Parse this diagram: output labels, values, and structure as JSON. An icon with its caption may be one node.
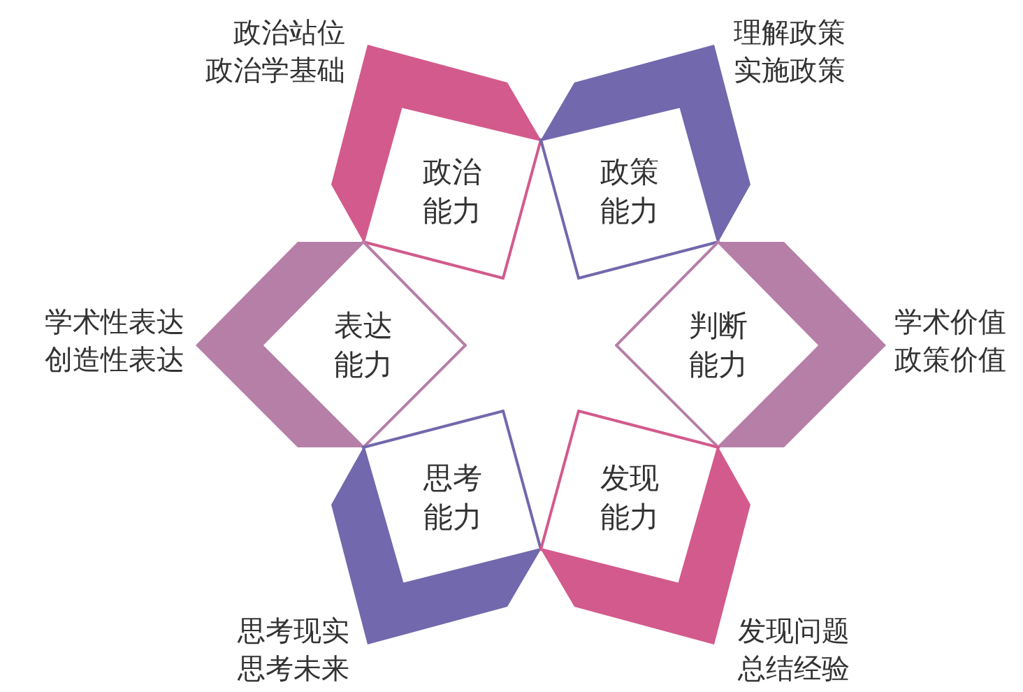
{
  "diagram": {
    "nodes": [
      {
        "text": [
          "政治能力"
        ],
        "beside": [
          "政治站位",
          "政治学基础"
        ]
      },
      {
        "text": [
          "政策能力"
        ],
        "beside": [
          "理解政策",
          "实施政策"
        ]
      },
      {
        "text": [
          "表达能力"
        ],
        "beside": [
          "学术性表达",
          "创造性表达"
        ]
      },
      {
        "text": [
          "判断能力"
        ],
        "beside": [
          "学术价值",
          "政策价值"
        ]
      },
      {
        "text": [
          "思考能力"
        ],
        "beside": [
          "思考现实",
          "思考未来"
        ]
      },
      {
        "text": [
          "发现能力"
        ],
        "beside": [
          "发现问题",
          "总结经验"
        ]
      }
    ]
  }
}
